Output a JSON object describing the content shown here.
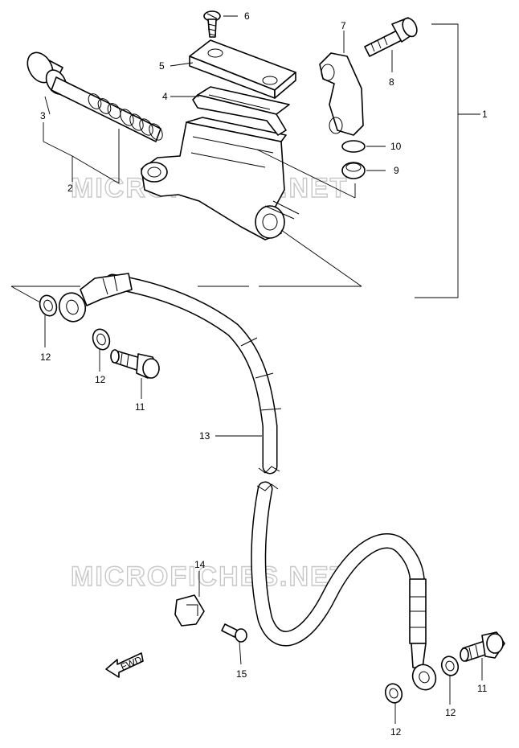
{
  "watermark": {
    "top": "MICROFICHES.NET",
    "bottom": "MICROFICHES.NET"
  },
  "callouts": {
    "c1": "1",
    "c2": "2",
    "c3": "3",
    "c4": "4",
    "c5": "5",
    "c6": "6",
    "c7": "7",
    "c8": "8",
    "c9": "9",
    "c10": "10",
    "c11_upper": "11",
    "c11_lower": "11",
    "c12_left_top": "12",
    "c12_left_mid": "12",
    "c12_lower_right": "12",
    "c12_lower_mid": "12",
    "c13": "13",
    "c14": "14",
    "c15": "15"
  },
  "direction_arrow": "FWD"
}
